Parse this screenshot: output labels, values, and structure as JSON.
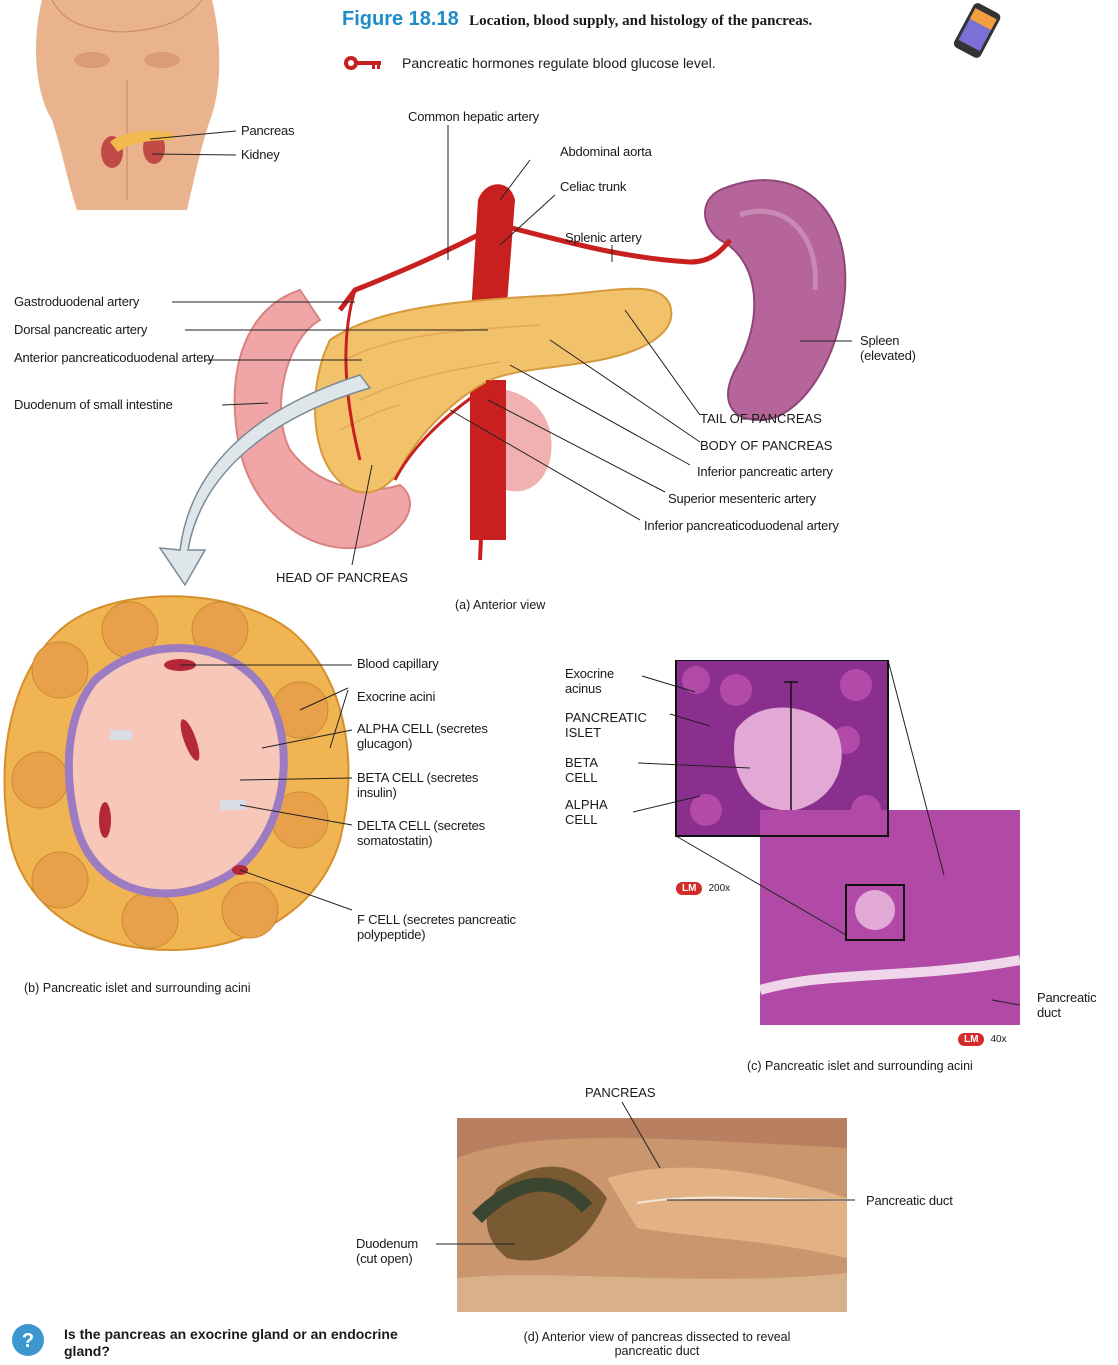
{
  "header": {
    "figure_number": "Figure 18.18",
    "figure_title": "Location, blood supply, and histology of the pancreas.",
    "key_concept": "Pancreatic hormones regulate blood glucose level."
  },
  "inset_labels": {
    "pancreas": "Pancreas",
    "kidney": "Kidney"
  },
  "panel_a": {
    "common_hepatic_artery": "Common hepatic artery",
    "abdominal_aorta": "Abdominal aorta",
    "celiac_trunk": "Celiac trunk",
    "splenic_artery": "Splenic artery",
    "gastroduodenal_artery": "Gastroduodenal artery",
    "dorsal_pancreatic_artery": "Dorsal pancreatic artery",
    "anterior_pancreaticoduodenal_artery": "Anterior pancreaticoduodenal artery",
    "duodenum": "Duodenum of small intestine",
    "spleen": "Spleen (elevated)",
    "tail": "TAIL OF PANCREAS",
    "body": "BODY OF PANCREAS",
    "inferior_pancreatic_artery": "Inferior pancreatic artery",
    "superior_mesenteric_artery": "Superior mesenteric artery",
    "inferior_pancreaticoduodenal_artery": "Inferior pancreaticoduodenal artery",
    "head": "HEAD OF PANCREAS",
    "caption": "(a) Anterior view"
  },
  "panel_b": {
    "blood_capillary": "Blood capillary",
    "exocrine_acini": "Exocrine acini",
    "alpha_cell": "ALPHA CELL (secretes glucagon)",
    "beta_cell": "BETA CELL (secretes insulin)",
    "delta_cell": "DELTA CELL (secretes somatostatin)",
    "f_cell": "F CELL (secretes pancreatic polypeptide)",
    "caption": "(b) Pancreatic islet and surrounding acini"
  },
  "panel_c": {
    "exocrine_acinus": "Exocrine acinus",
    "pancreatic_islet": "PANCREATIC ISLET",
    "beta_cell": "BETA CELL",
    "alpha_cell": "ALPHA CELL",
    "lm_badge": "LM",
    "magnification_high": "200x",
    "magnification_low": "40x",
    "pancreatic_duct": "Pancreatic duct",
    "caption": "(c) Pancreatic islet and surrounding acini"
  },
  "panel_d": {
    "pancreas": "PANCREAS",
    "pancreatic_duct": "Pancreatic duct",
    "duodenum": "Duodenum (cut open)",
    "caption": "(d) Anterior view of pancreas dissected to reveal pancreatic duct"
  },
  "question": {
    "icon": "question-icon",
    "text": "Is the pancreas an exocrine gland or an endocrine gland?"
  },
  "colors": {
    "figure_blue": "#1e8cc8",
    "artery_red": "#c8201e",
    "pancreas_yellow": "#f2c26b",
    "spleen_purple": "#a4507a",
    "histology_pink": "#c05aa8"
  }
}
